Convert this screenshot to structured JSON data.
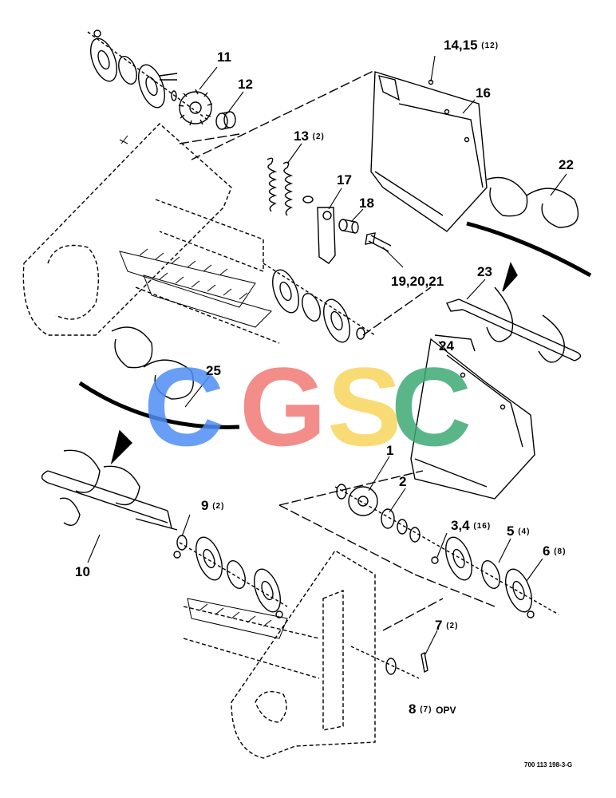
{
  "callouts": [
    {
      "id": "c1",
      "num": "1",
      "qty": ""
    },
    {
      "id": "c2",
      "num": "2",
      "qty": ""
    },
    {
      "id": "c3",
      "num": "3,4",
      "qty": "(16)"
    },
    {
      "id": "c5",
      "num": "5",
      "qty": "(4)"
    },
    {
      "id": "c6",
      "num": "6",
      "qty": "(8)"
    },
    {
      "id": "c7",
      "num": "7",
      "qty": "(2)"
    },
    {
      "id": "c8",
      "num": "8",
      "qty": "(7)",
      "suffix": "OPV"
    },
    {
      "id": "c9",
      "num": "9",
      "qty": "(2)"
    },
    {
      "id": "c10",
      "num": "10",
      "qty": ""
    },
    {
      "id": "c11",
      "num": "11",
      "qty": ""
    },
    {
      "id": "c12",
      "num": "12",
      "qty": ""
    },
    {
      "id": "c13",
      "num": "13",
      "qty": "(2)"
    },
    {
      "id": "c14",
      "num": "14,15",
      "qty": "(12)"
    },
    {
      "id": "c16",
      "num": "16",
      "qty": ""
    },
    {
      "id": "c17",
      "num": "17",
      "qty": ""
    },
    {
      "id": "c18",
      "num": "18",
      "qty": ""
    },
    {
      "id": "c19",
      "num": "19,20,21",
      "qty": ""
    },
    {
      "id": "c22",
      "num": "22",
      "qty": ""
    },
    {
      "id": "c23",
      "num": "23",
      "qty": ""
    },
    {
      "id": "c24",
      "num": "24",
      "qty": ""
    },
    {
      "id": "c25",
      "num": "25",
      "qty": ""
    }
  ],
  "drawing_number": "700 113 198-3-G",
  "watermark": {
    "letters": [
      "C",
      "G",
      "S",
      "C"
    ],
    "colors": [
      "#4f8ef5",
      "#f07a76",
      "#f9d55f",
      "#3eaa74"
    ]
  }
}
